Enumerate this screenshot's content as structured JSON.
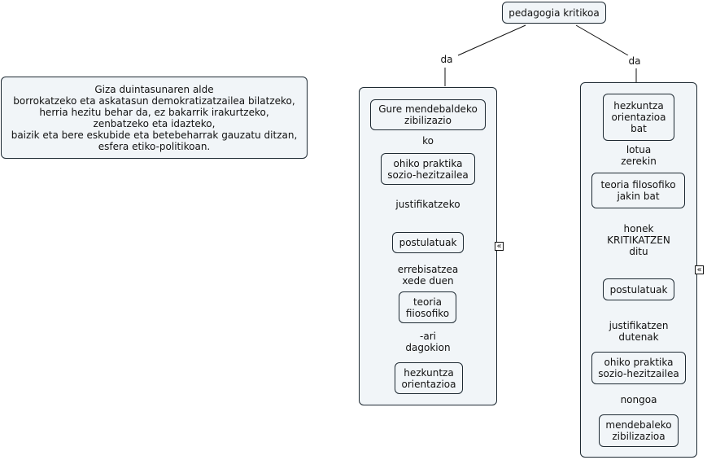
{
  "note": "Giza duintasunaren alde\nborrokatzeko eta askatasun demokratizatzailea bilatzeko,\nherria hezitu behar da, ez bakarrik irakurtzeko,\nzenbatzeko eta idazteko,\nbaizik eta bere eskubide eta betebeharrak gauzatu ditzan,\nesfera etiko-politikoan.",
  "root": "pedagogia kritikoa",
  "branch_labels": {
    "left": "da",
    "right": "da"
  },
  "left": {
    "nodes": [
      "Gure mendebaldeko\nzibilizazio",
      "ohiko praktika\nsozio-hezitzailea",
      "postulatuak",
      "teoria\nfiiosofiko",
      "hezkuntza\norientazioa"
    ],
    "links": [
      "ko",
      "justifikatzeko",
      "errebisatzea\nxede duen",
      "-ari\ndagokion"
    ]
  },
  "right": {
    "nodes": [
      "hezkuntza\norientazioa\nbat",
      "teoria filosofiko\njakin bat",
      "postulatuak",
      "ohiko praktika\nsozio-hezitzailea",
      "mendebaleko\nzibilizazioa"
    ],
    "links": [
      "lotua\nzerekin",
      "honek\nKRITIKATZEN\nditu",
      "justifikatzen\ndutenak",
      "nongoa"
    ]
  },
  "collapse_icon": "«"
}
